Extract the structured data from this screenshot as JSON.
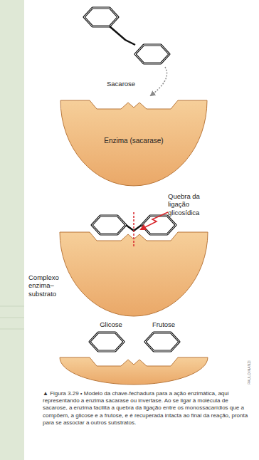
{
  "diagram": {
    "caption": "▲ Figura 3.29 • Modelo da chave-fechadura para a ação enzimática, aqui representando a enzima sacarase ou invertase. Ao se ligar à molécula de sacarose, a enzima facilita a quebra da ligação entre os monossacarídios que a compõem, a glicose e a frutose, e é recuperada intacta ao final da reação, pronta para se associar a outros substratos.",
    "nodes": [
      {
        "text": [
          "Enzima (sacarase)"
        ]
      }
    ],
    "labels": [
      "Sacarose",
      "Quebra da ligação glicosídica",
      "Complexo enzima–substrato",
      "Glicose",
      "Frutose",
      "PAULO MANZI"
    ]
  }
}
